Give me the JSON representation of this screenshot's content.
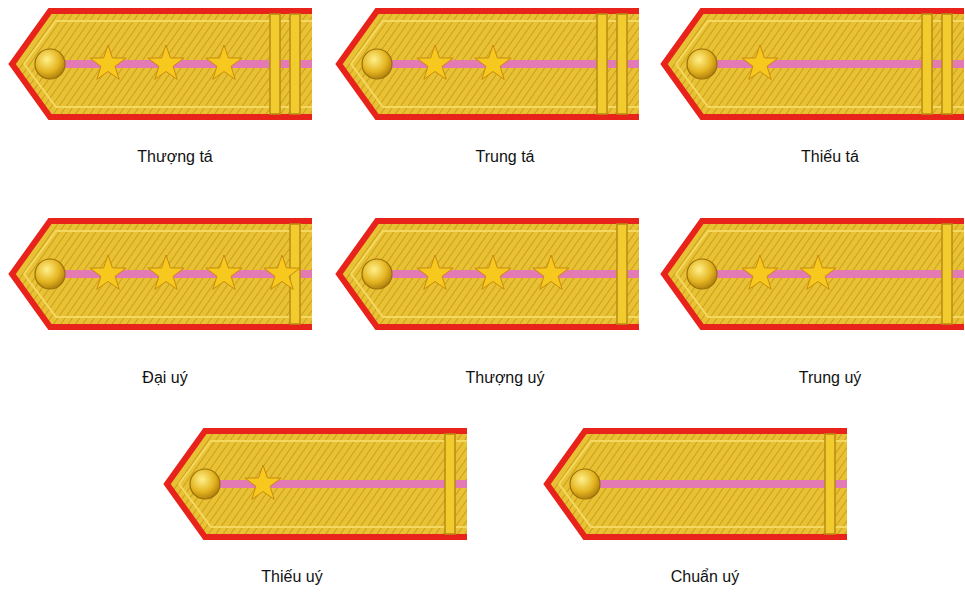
{
  "diagram": {
    "labels": [
      "Thượng tá",
      "Trung tá",
      "Thiếu tá",
      "Đại uý",
      "Thượng uý",
      "Trung uý",
      "Thiếu uý",
      "Chuẩn uý"
    ]
  }
}
